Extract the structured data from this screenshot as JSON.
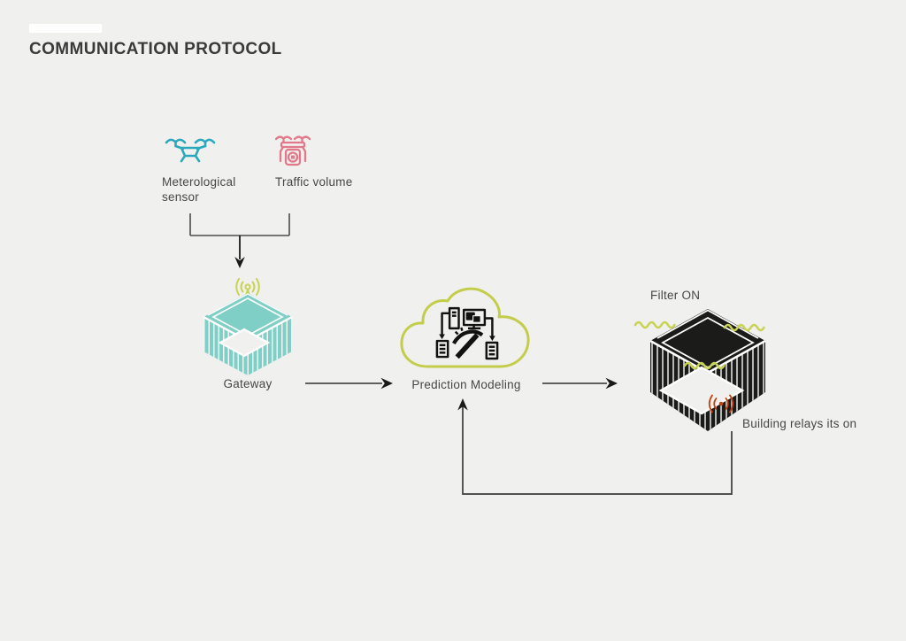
{
  "title": "COMMUNICATION PROTOCOL",
  "colors": {
    "background": "#f0f0ee",
    "sensor_teal": "#2aa8bd",
    "traffic_pink": "#e2798a",
    "gateway_teal": "#7fcfc6",
    "cloud_lime": "#c3cd4a",
    "squiggle_lime": "#c9d352",
    "signal_red": "#c2410c",
    "text_ink": "#3e3e3e"
  },
  "nodes": {
    "meteorological_sensor": {
      "label_line1": "Meterological",
      "label_line2": "sensor",
      "icon": "weather-drone-icon"
    },
    "traffic_volume": {
      "label": "Traffic volume",
      "icon": "camera-drone-icon"
    },
    "gateway": {
      "label": "Gateway",
      "icon": "isometric-building-teal-icon",
      "badge_icon": "antenna-signal-icon"
    },
    "prediction_modeling": {
      "label": "Prediction Modeling",
      "icon": "data-mining-icon",
      "container_icon": "cloud-outline-icon"
    },
    "smart_building": {
      "status_label": "Filter ON",
      "caption": "Building relays its on",
      "icon": "isometric-building-black-icon",
      "signal_icon": "broadcast-signal-icon"
    }
  }
}
